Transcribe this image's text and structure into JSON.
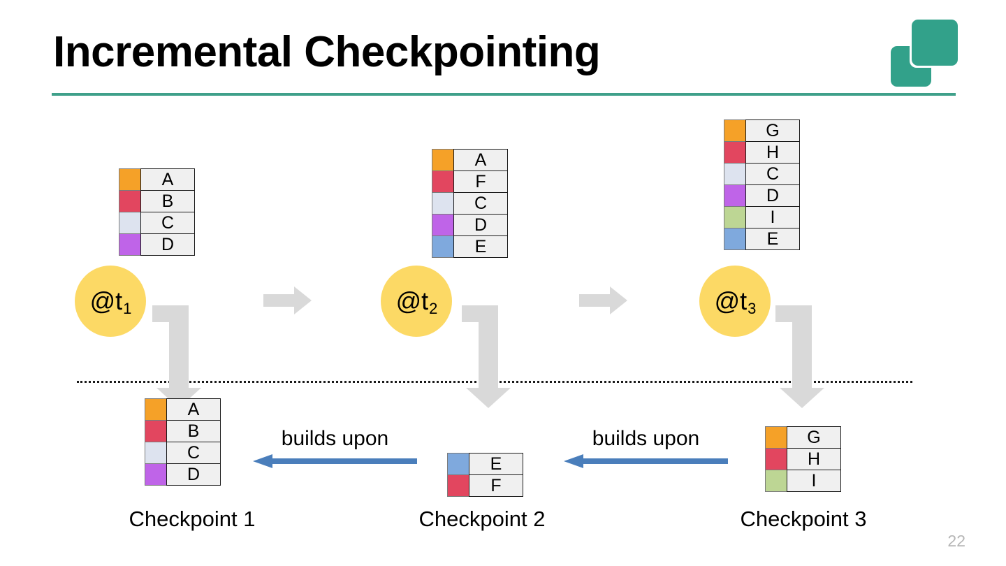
{
  "slide": {
    "title": "Incremental Checkpointing",
    "page_number": "22",
    "accent_color": "#3fa08a",
    "logo_color": "#32a18a",
    "circle_color": "#fcd965",
    "gray_arrow_color": "#d9d9d9",
    "blue_arrow_color": "#4a7ebb",
    "divider_color": "#1a1a1a"
  },
  "swatch_colors": {
    "A": "#f5a128",
    "B": "#e2465f",
    "C": "#dde3ef",
    "D": "#bf64e8",
    "E": "#7fa9dd",
    "F": "#e2465f",
    "G": "#f5a128",
    "H": "#e2465f",
    "I": "#bdd694"
  },
  "timeline": {
    "steps": [
      {
        "time_label": "@t",
        "time_sub": "1",
        "state": [
          {
            "key": "A",
            "color": "#f5a128"
          },
          {
            "key": "B",
            "color": "#e2465f"
          },
          {
            "key": "C",
            "color": "#dde3ef"
          },
          {
            "key": "D",
            "color": "#bf64e8"
          }
        ]
      },
      {
        "time_label": "@t",
        "time_sub": "2",
        "state": [
          {
            "key": "A",
            "color": "#f5a128"
          },
          {
            "key": "F",
            "color": "#e2465f"
          },
          {
            "key": "C",
            "color": "#dde3ef"
          },
          {
            "key": "D",
            "color": "#bf64e8"
          },
          {
            "key": "E",
            "color": "#7fa9dd"
          }
        ]
      },
      {
        "time_label": "@t",
        "time_sub": "3",
        "state": [
          {
            "key": "G",
            "color": "#f5a128"
          },
          {
            "key": "H",
            "color": "#e2465f"
          },
          {
            "key": "C",
            "color": "#dde3ef"
          },
          {
            "key": "D",
            "color": "#bf64e8"
          },
          {
            "key": "I",
            "color": "#bdd694"
          },
          {
            "key": "E",
            "color": "#7fa9dd"
          }
        ]
      }
    ]
  },
  "checkpoints": [
    {
      "caption": "Checkpoint 1",
      "rows": [
        {
          "key": "A",
          "color": "#f5a128"
        },
        {
          "key": "B",
          "color": "#e2465f"
        },
        {
          "key": "C",
          "color": "#dde3ef"
        },
        {
          "key": "D",
          "color": "#bf64e8"
        }
      ]
    },
    {
      "caption": "Checkpoint 2",
      "rows": [
        {
          "key": "E",
          "color": "#7fa9dd"
        },
        {
          "key": "F",
          "color": "#e2465f"
        }
      ]
    },
    {
      "caption": "Checkpoint 3",
      "rows": [
        {
          "key": "G",
          "color": "#f5a128"
        },
        {
          "key": "H",
          "color": "#e2465f"
        },
        {
          "key": "I",
          "color": "#bdd694"
        }
      ]
    }
  ],
  "builds_upon": [
    {
      "label": "builds upon"
    },
    {
      "label": "builds upon"
    }
  ]
}
